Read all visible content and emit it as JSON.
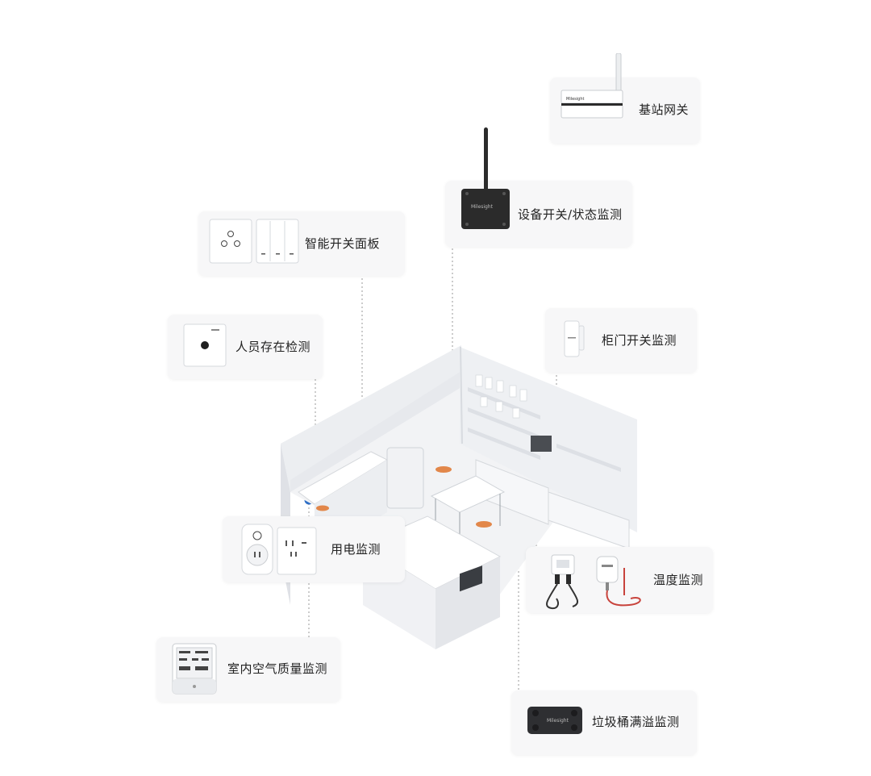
{
  "diagram": {
    "labels": {
      "gateway": "基站网关",
      "device_switch": "设备开关/状态监测",
      "smart_panel": "智能开关面板",
      "presence": "人员存在检测",
      "cabinet_door": "柜门开关监测",
      "power": "用电监测",
      "temperature": "温度监测",
      "air_quality": "室内空气质量监测",
      "bin_overflow": "垃圾桶满溢监测"
    },
    "colors": {
      "card_bg": "#f7f7f8",
      "leader_line": "#9a9a9a",
      "marker": "#2f6fc6",
      "room_wall": "#e9ebef",
      "device_dark": "#2b2b2b",
      "probe_red": "#c8433c"
    },
    "icons": [
      "antenna-icon",
      "gateway-icon",
      "io-controller-icon",
      "switch-panel-icon",
      "presence-sensor-icon",
      "door-sensor-icon",
      "smart-plug-icon",
      "temperature-sensor-icon",
      "air-quality-monitor-icon",
      "bin-sensor-icon",
      "lab-room-icon"
    ]
  }
}
